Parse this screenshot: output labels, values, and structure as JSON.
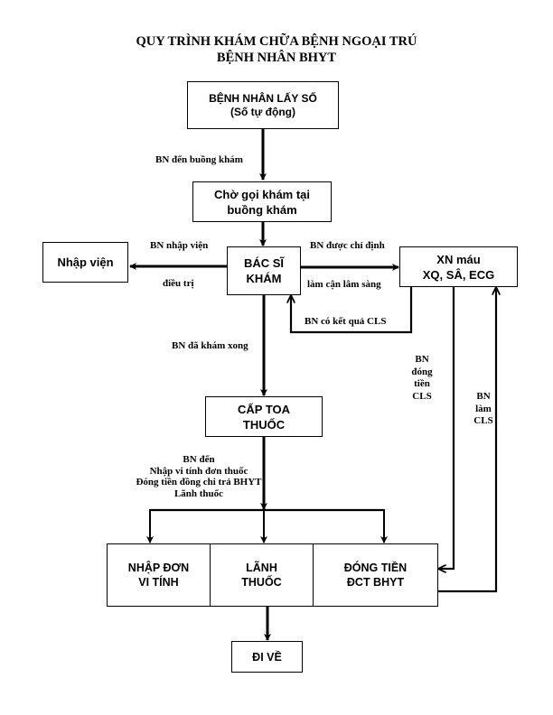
{
  "title": {
    "line1": "QUY TRÌNH KHÁM CHỮA BỆNH NGOẠI TRÚ",
    "line2": "BỆNH NHÂN BHYT"
  },
  "nodes": {
    "take_number": {
      "line1": "BỆNH NHÂN LẤY SỐ",
      "line2": "(Số tự động)"
    },
    "wait_call": {
      "line1": "Chờ gọi khám tại",
      "line2": "buồng khám"
    },
    "doctor": {
      "line1": "BÁC SĨ",
      "line2": "KHÁM"
    },
    "admission": {
      "line1": "Nhập viện"
    },
    "tests": {
      "line1": "XN máu",
      "line2": "XQ, SÂ, ECG"
    },
    "prescription": {
      "line1": "CẤP TOA",
      "line2": "THUỐC"
    },
    "enter_order": {
      "line1": "NHẬP ĐƠN",
      "line2": "VI TÍNH"
    },
    "receive_medicine": {
      "line1": "LÃNH",
      "line2": "THUỐC"
    },
    "copayment": {
      "line1": "ĐÓNG TIỀN",
      "line2": "ĐCT BHYT"
    },
    "go_home": {
      "line1": "ĐI VỀ"
    }
  },
  "edge_labels": {
    "to_exam_room": "BN đến buồng khám",
    "admit_top": "BN nhập viện",
    "admit_bottom": "điều trị",
    "indicated_top": "BN được chỉ định",
    "indicated_bottom": "làm cận lâm sàng",
    "has_results": "BN có kết quả CLS",
    "exam_done": "BN đã khám xong",
    "pay_cls": [
      "BN",
      "đóng",
      "tiền",
      "CLS"
    ],
    "do_cls": [
      "BN",
      "làm",
      "CLS"
    ],
    "pharmacy_steps": [
      "BN đến",
      "Nhập vi tính đơn thuốc",
      "Đóng tiền đồng chi trả BHYT",
      "Lãnh thuốc"
    ]
  },
  "colors": {
    "line": "#000000",
    "background": "#ffffff"
  }
}
